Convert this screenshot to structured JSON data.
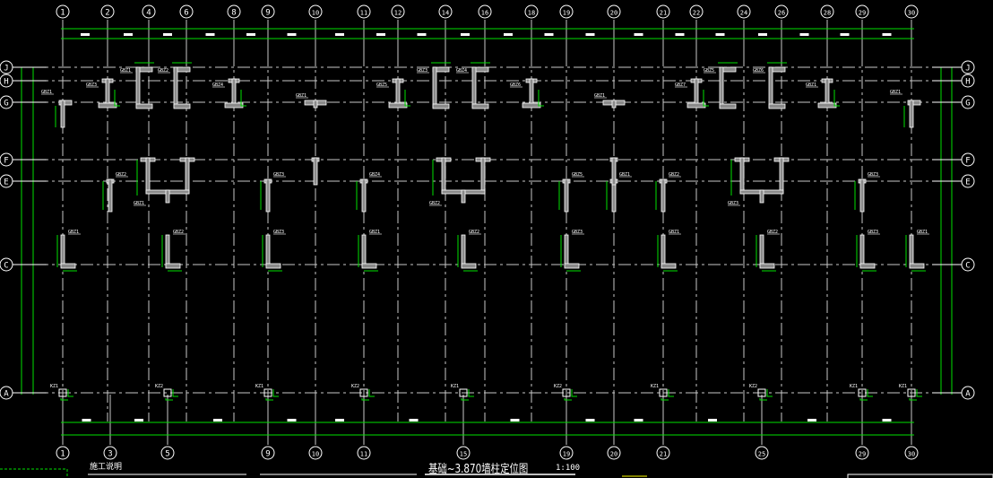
{
  "drawing": {
    "title": "基础~3.870墙柱定位图",
    "scale": "1:100",
    "notes_heading": "施工说明"
  },
  "colors": {
    "background": "#000000",
    "axis_line": "#c8c8c8",
    "dimension": "#00e000",
    "wall_fill": "#8a8a8a",
    "wall_outline": "#ffffff",
    "text": "#ffffff"
  },
  "axes": {
    "top": [
      "1",
      "2",
      "4",
      "6",
      "8",
      "9",
      "10",
      "11",
      "12",
      "14",
      "16",
      "18",
      "19",
      "20",
      "21",
      "22",
      "24",
      "26",
      "28",
      "29",
      "30"
    ],
    "bottom": [
      "1",
      "3",
      "5",
      "9",
      "10",
      "11",
      "15",
      "19",
      "20",
      "21",
      "25",
      "29",
      "30"
    ],
    "left": [
      "J",
      "H",
      "G",
      "F",
      "E",
      "C",
      "A"
    ],
    "right": [
      "J",
      "H",
      "G",
      "F",
      "E",
      "C",
      "A"
    ]
  },
  "wall_labels": {
    "upper": [
      "GBZ1",
      "GBZ2",
      "GBZ3",
      "GBZ4",
      "GBZ5",
      "GBZ6",
      "GBZ7"
    ],
    "middle": [
      "GBZ1",
      "GBZ2",
      "GBZ3",
      "GBZ4",
      "GBZ5"
    ],
    "lower": [
      "GBZ1",
      "GBZ2",
      "GBZ3"
    ],
    "columns_a_row": [
      "KZ1",
      "KZ2",
      "KZ1",
      "KZ2",
      "KZ1",
      "KZ2",
      "KZ1",
      "KZ2",
      "KZ1",
      "KZ1"
    ]
  }
}
